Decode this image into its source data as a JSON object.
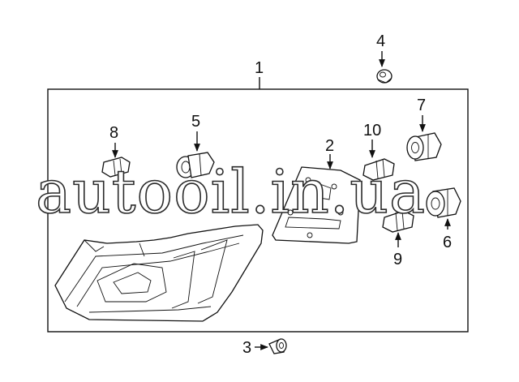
{
  "callouts": [
    {
      "id": "1",
      "label": "1"
    },
    {
      "id": "2",
      "label": "2"
    },
    {
      "id": "3",
      "label": "3"
    },
    {
      "id": "4",
      "label": "4"
    },
    {
      "id": "5",
      "label": "5"
    },
    {
      "id": "6",
      "label": "6"
    },
    {
      "id": "7",
      "label": "7"
    },
    {
      "id": "8",
      "label": "8"
    },
    {
      "id": "9",
      "label": "9"
    },
    {
      "id": "10",
      "label": "10"
    }
  ],
  "watermark": "autooil.in.ua",
  "colors": {
    "line": "#111111",
    "background": "#ffffff"
  }
}
